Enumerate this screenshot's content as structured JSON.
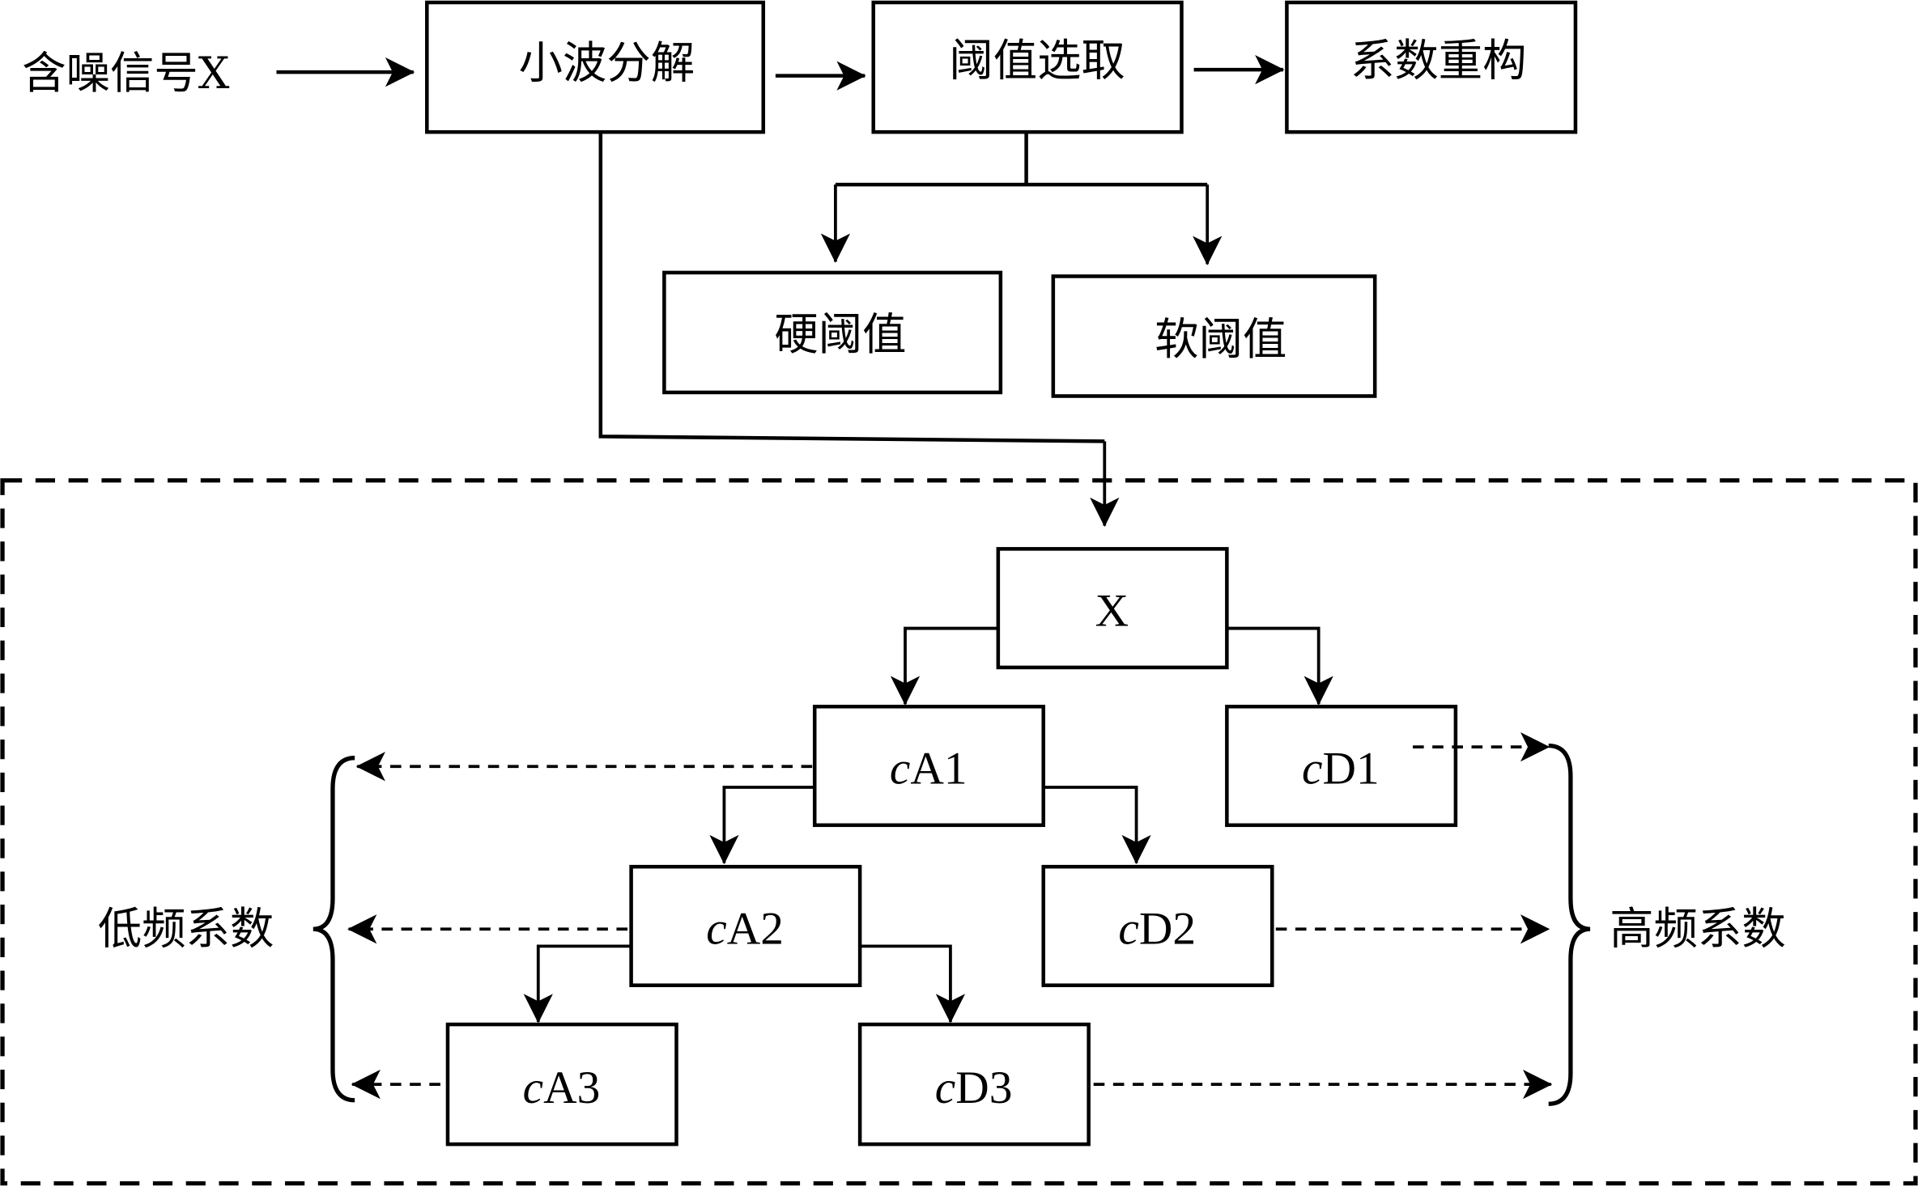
{
  "input_label": "含噪信号X",
  "top_flow": {
    "decompose": "小波分解",
    "threshold_select": "阈值选取",
    "reconstruct": "系数重构"
  },
  "threshold_types": {
    "hard": "硬阈值",
    "soft": "软阈值"
  },
  "tree": {
    "root": "X",
    "prefix": "c",
    "nodes": {
      "cA1": "A1",
      "cD1": "D1",
      "cA2": "A2",
      "cD2": "D2",
      "cA3": "A3",
      "cD3": "D3"
    }
  },
  "groups": {
    "low": "低频系数",
    "high": "高频系数"
  },
  "colors": {
    "stroke": "#000000",
    "background": "#ffffff"
  }
}
